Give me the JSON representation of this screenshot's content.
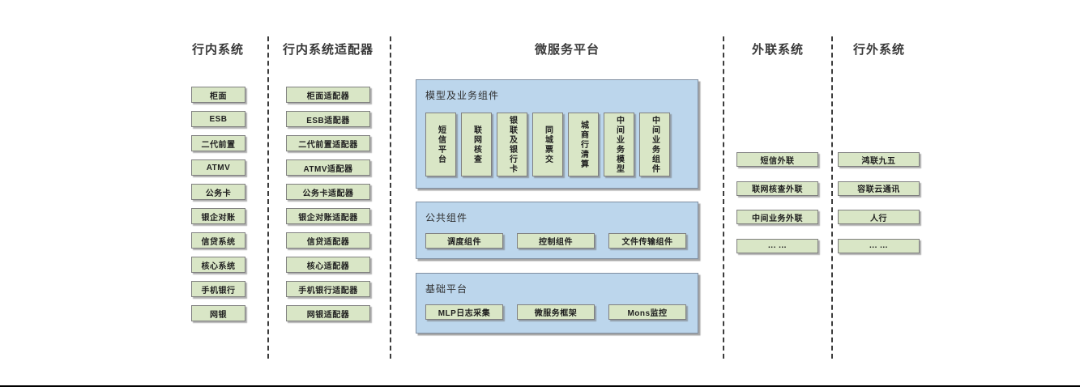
{
  "columns": [
    {
      "title": "行内系统",
      "items": [
        "柜面",
        "ESB",
        "二代前置",
        "ATMV",
        "公务卡",
        "银企对账",
        "信贷系统",
        "核心系统",
        "手机银行",
        "网银"
      ]
    },
    {
      "title": "行内系统适配器",
      "items": [
        "柜面适配器",
        "ESB适配器",
        "二代前置适配器",
        "ATMV适配器",
        "公务卡适配器",
        "银企对账适配器",
        "信贷适配器",
        "核心适配器",
        "手机银行适配器",
        "网银适配器"
      ]
    },
    {
      "title": "微服务平台"
    },
    {
      "title": "外联系统",
      "items": [
        "短信外联",
        "联网核查外联",
        "中间业务外联",
        "... ..."
      ]
    },
    {
      "title": "行外系统",
      "items": [
        "鸿联九五",
        "容联云通讯",
        "人行",
        "... ..."
      ]
    }
  ],
  "platform": {
    "groups": [
      {
        "title": "模型及业务组件",
        "items": [
          "短信平台",
          "联网核查",
          "银联及银行卡",
          "同城票交",
          "城商行清算",
          "中间业务模型",
          "中间业务组件"
        ]
      },
      {
        "title": "公共组件",
        "items": [
          "调度组件",
          "控制组件",
          "文件传输组件"
        ]
      },
      {
        "title": "基础平台",
        "items": [
          "MLP日志采集",
          "微服务框架",
          "Mons监控"
        ]
      }
    ]
  },
  "colors": {
    "green_fill": "#d9e6c6",
    "blue_fill": "#bcd6ec",
    "box_border": "#7f7f7f",
    "divider": "#3c3c3c",
    "header_text": "#3a3a3a"
  }
}
